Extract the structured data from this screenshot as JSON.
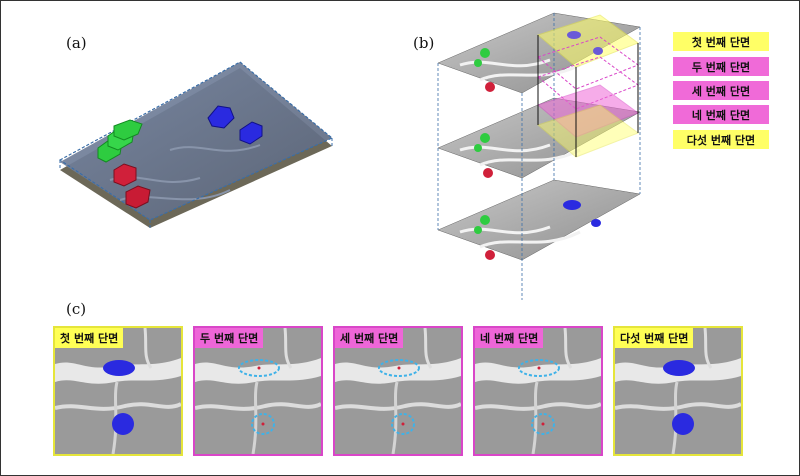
{
  "panels": {
    "a": "(a)",
    "b": "(b)",
    "c": "(c)"
  },
  "sections": [
    {
      "label": "첫 번째 단면",
      "color": "#ffff66",
      "kind": "y"
    },
    {
      "label": "두 번째 단면",
      "color": "#f06ad8",
      "kind": "m"
    },
    {
      "label": "세 번째 단면",
      "color": "#f06ad8",
      "kind": "m"
    },
    {
      "label": "네 번째 단면",
      "color": "#f06ad8",
      "kind": "m"
    },
    {
      "label": "다섯 번째 단면",
      "color": "#ffff66",
      "kind": "y"
    }
  ],
  "colors": {
    "green": "#2ecc40",
    "red": "#d0203a",
    "blue": "#2a2ae0",
    "outline": "#3fb2e8",
    "yellow": "#ffff66",
    "magenta": "#f06ad8"
  }
}
